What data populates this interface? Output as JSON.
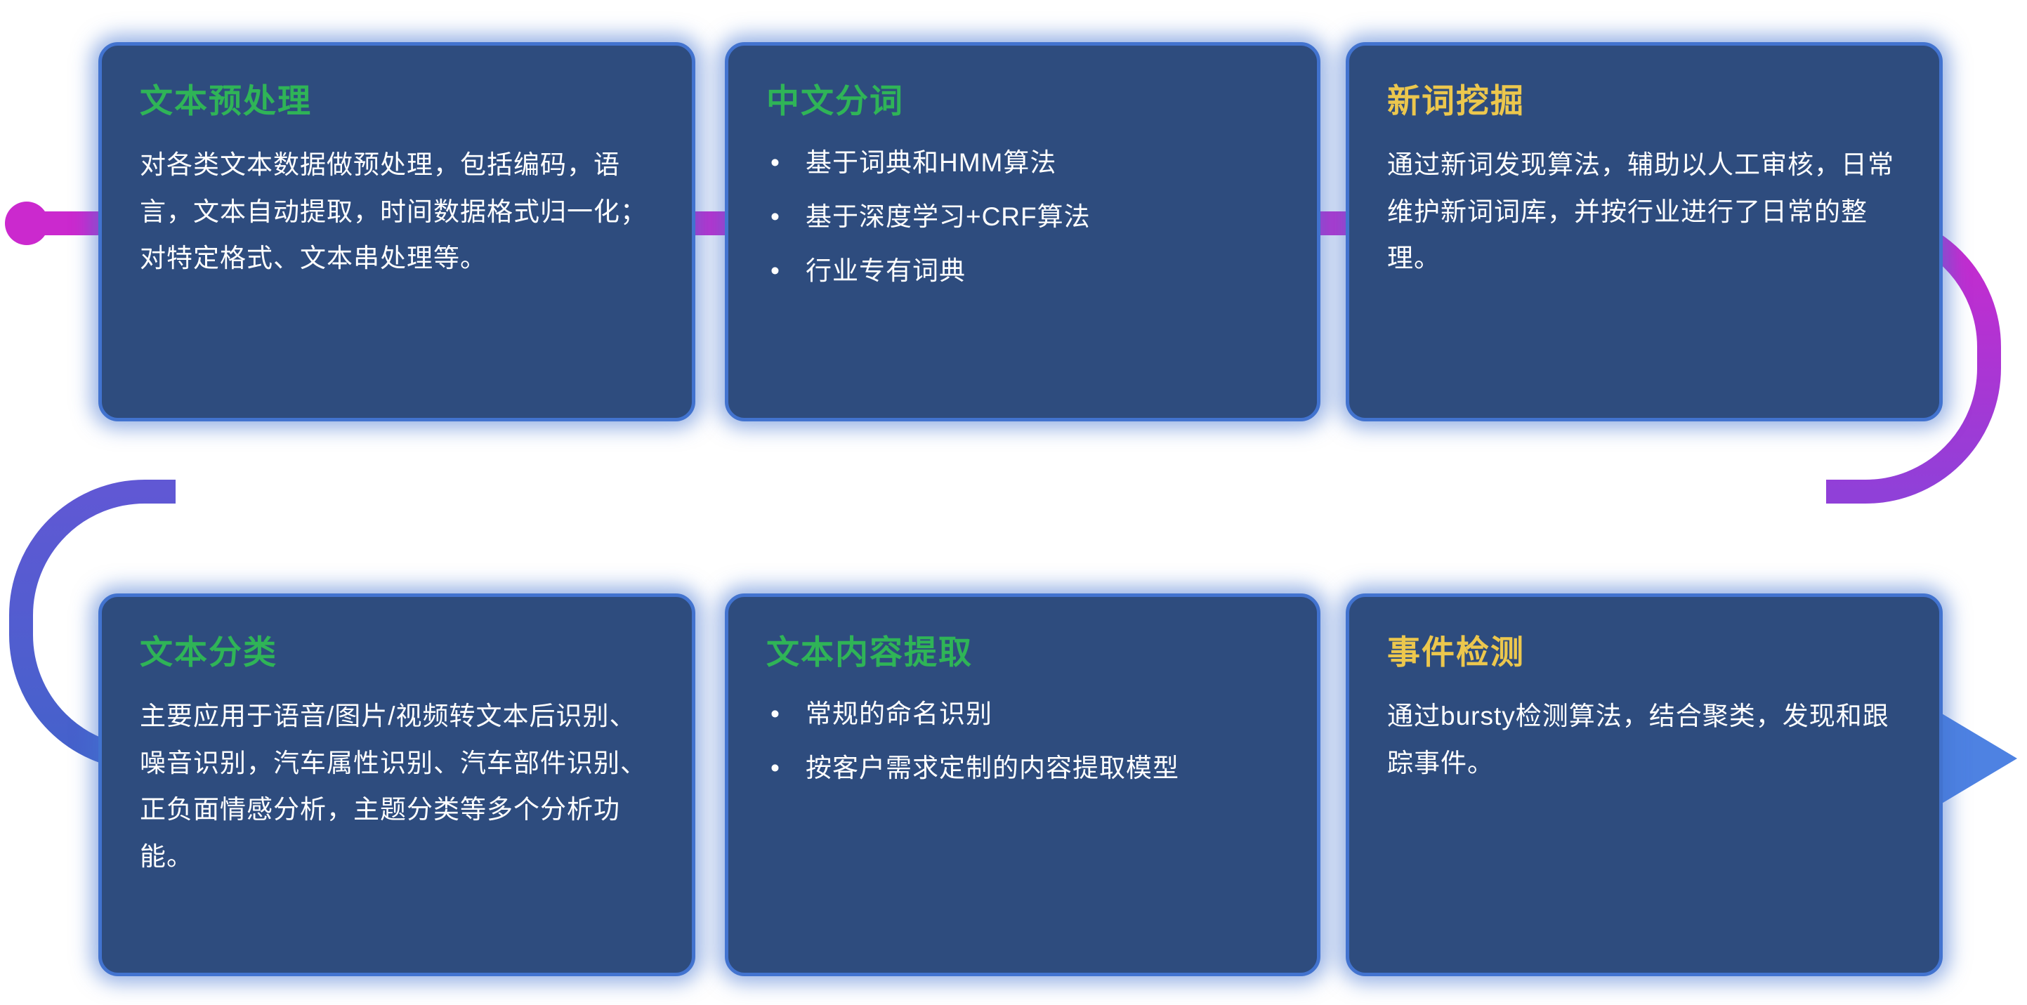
{
  "page": {
    "background": "#ffffff"
  },
  "colors": {
    "card_bg": "#2e4c7e",
    "card_border": "#4273cf",
    "body_text": "#ffffff",
    "title_green": "#2fb457",
    "title_yellow": "#ecc74d",
    "line_magenta": "#cb29ce",
    "line_purple": "#9040d8",
    "line_indigo": "#6058d4",
    "line_blue": "#4462cb",
    "arrow_blue": "#4e82e2"
  },
  "cards": [
    {
      "id": "text-preprocessing",
      "title": "文本预处理",
      "title_color": "#2fb457",
      "body": "对各类文本数据做预处理，包括编码，语言，文本自动提取，时间数据格式归一化；对特定格式、文本串处理等。"
    },
    {
      "id": "chinese-word-segmentation",
      "title": "中文分词",
      "title_color": "#2fb457",
      "bullets": [
        "基于词典和HMM算法",
        "基于深度学习+CRF算法",
        "行业专有词典"
      ]
    },
    {
      "id": "new-word-mining",
      "title": "新词挖掘",
      "title_color": "#ecc74d",
      "body": "通过新词发现算法，辅助以人工审核，日常维护新词词库，并按行业进行了日常的整理。"
    },
    {
      "id": "text-classification",
      "title": "文本分类",
      "title_color": "#2fb457",
      "body": "主要应用于语音/图片/视频转文本后识别、噪音识别，汽车属性识别、汽车部件识别、正负面情感分析，主题分类等多个分析功能。"
    },
    {
      "id": "text-content-extraction",
      "title": "文本内容提取",
      "title_color": "#2fb457",
      "bullets": [
        "常规的命名识别",
        "按客户需求定制的内容提取模型"
      ]
    },
    {
      "id": "event-detection",
      "title": "事件检测",
      "title_color": "#ecc74d",
      "body": "通过bursty检测算法，结合聚类，发现和跟踪事件。"
    }
  ]
}
